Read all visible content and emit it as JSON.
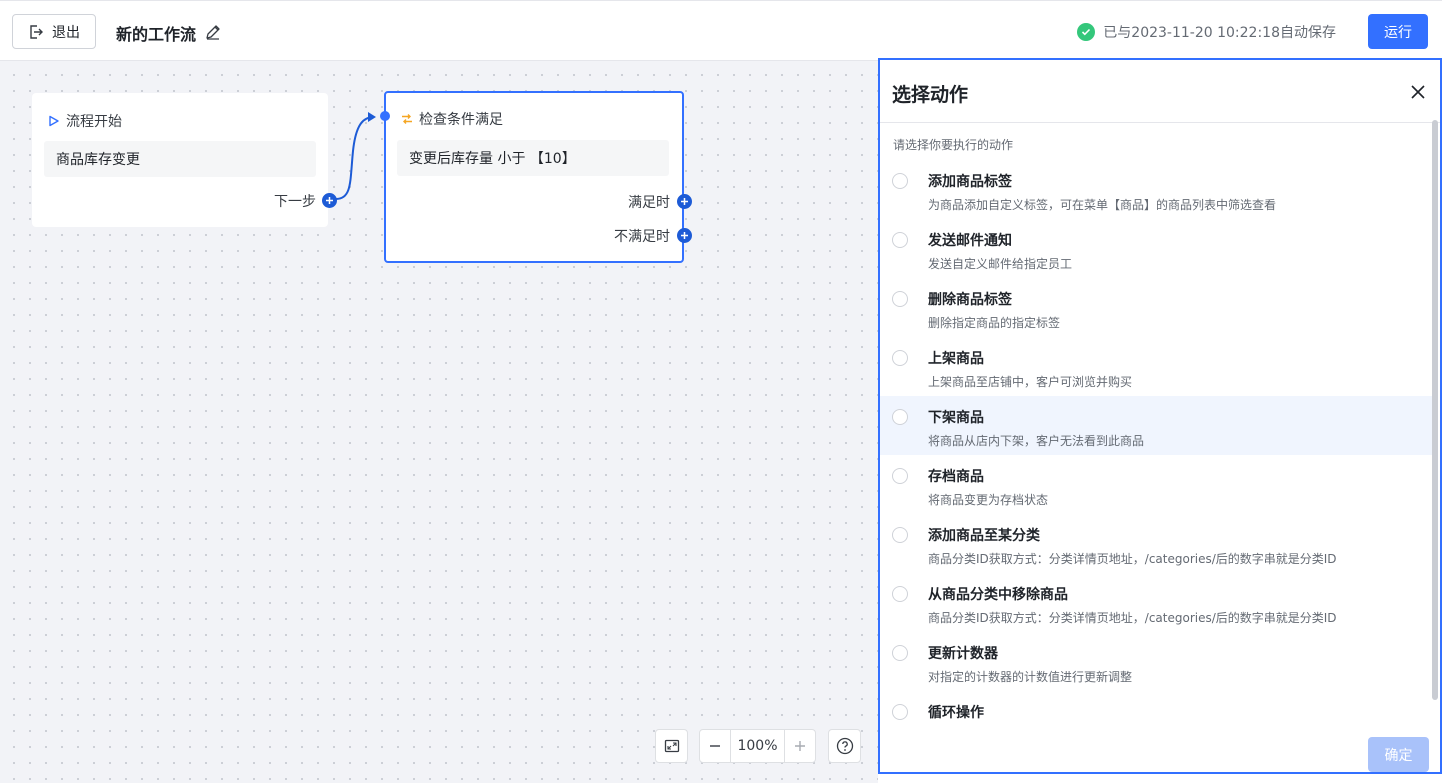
{
  "header": {
    "exit_label": "退出",
    "workflow_title": "新的工作流",
    "save_status": "已与2023-11-20 10:22:18自动保存",
    "run_label": "运行"
  },
  "canvas": {
    "start_node": {
      "title": "流程开始",
      "trigger": "商品库存变更",
      "next_label": "下一步"
    },
    "condition_node": {
      "title": "检查条件满足",
      "condition": "变更后库存量 小于 【10】",
      "true_label": "满足时",
      "false_label": "不满足时"
    },
    "zoom_level": "100%"
  },
  "panel": {
    "title": "选择动作",
    "hint": "请选择你要执行的动作",
    "actions": [
      {
        "name": "添加商品标签",
        "desc": "为商品添加自定义标签，可在菜单【商品】的商品列表中筛选查看"
      },
      {
        "name": "发送邮件通知",
        "desc": "发送自定义邮件给指定员工"
      },
      {
        "name": "删除商品标签",
        "desc": "删除指定商品的指定标签"
      },
      {
        "name": "上架商品",
        "desc": "上架商品至店铺中，客户可浏览并购买"
      },
      {
        "name": "下架商品",
        "desc": "将商品从店内下架，客户无法看到此商品"
      },
      {
        "name": "存档商品",
        "desc": "将商品变更为存档状态"
      },
      {
        "name": "添加商品至某分类",
        "desc": "商品分类ID获取方式：分类详情页地址，/categories/后的数字串就是分类ID"
      },
      {
        "name": "从商品分类中移除商品",
        "desc": "商品分类ID获取方式：分类详情页地址，/categories/后的数字串就是分类ID"
      },
      {
        "name": "更新计数器",
        "desc": "对指定的计数器的计数值进行更新调整"
      },
      {
        "name": "循环操作",
        "desc": ""
      }
    ],
    "confirm_label": "确定"
  },
  "colors": {
    "accent": "#3370ff",
    "success": "#34c77b",
    "condition_icon": "#f5a623"
  }
}
